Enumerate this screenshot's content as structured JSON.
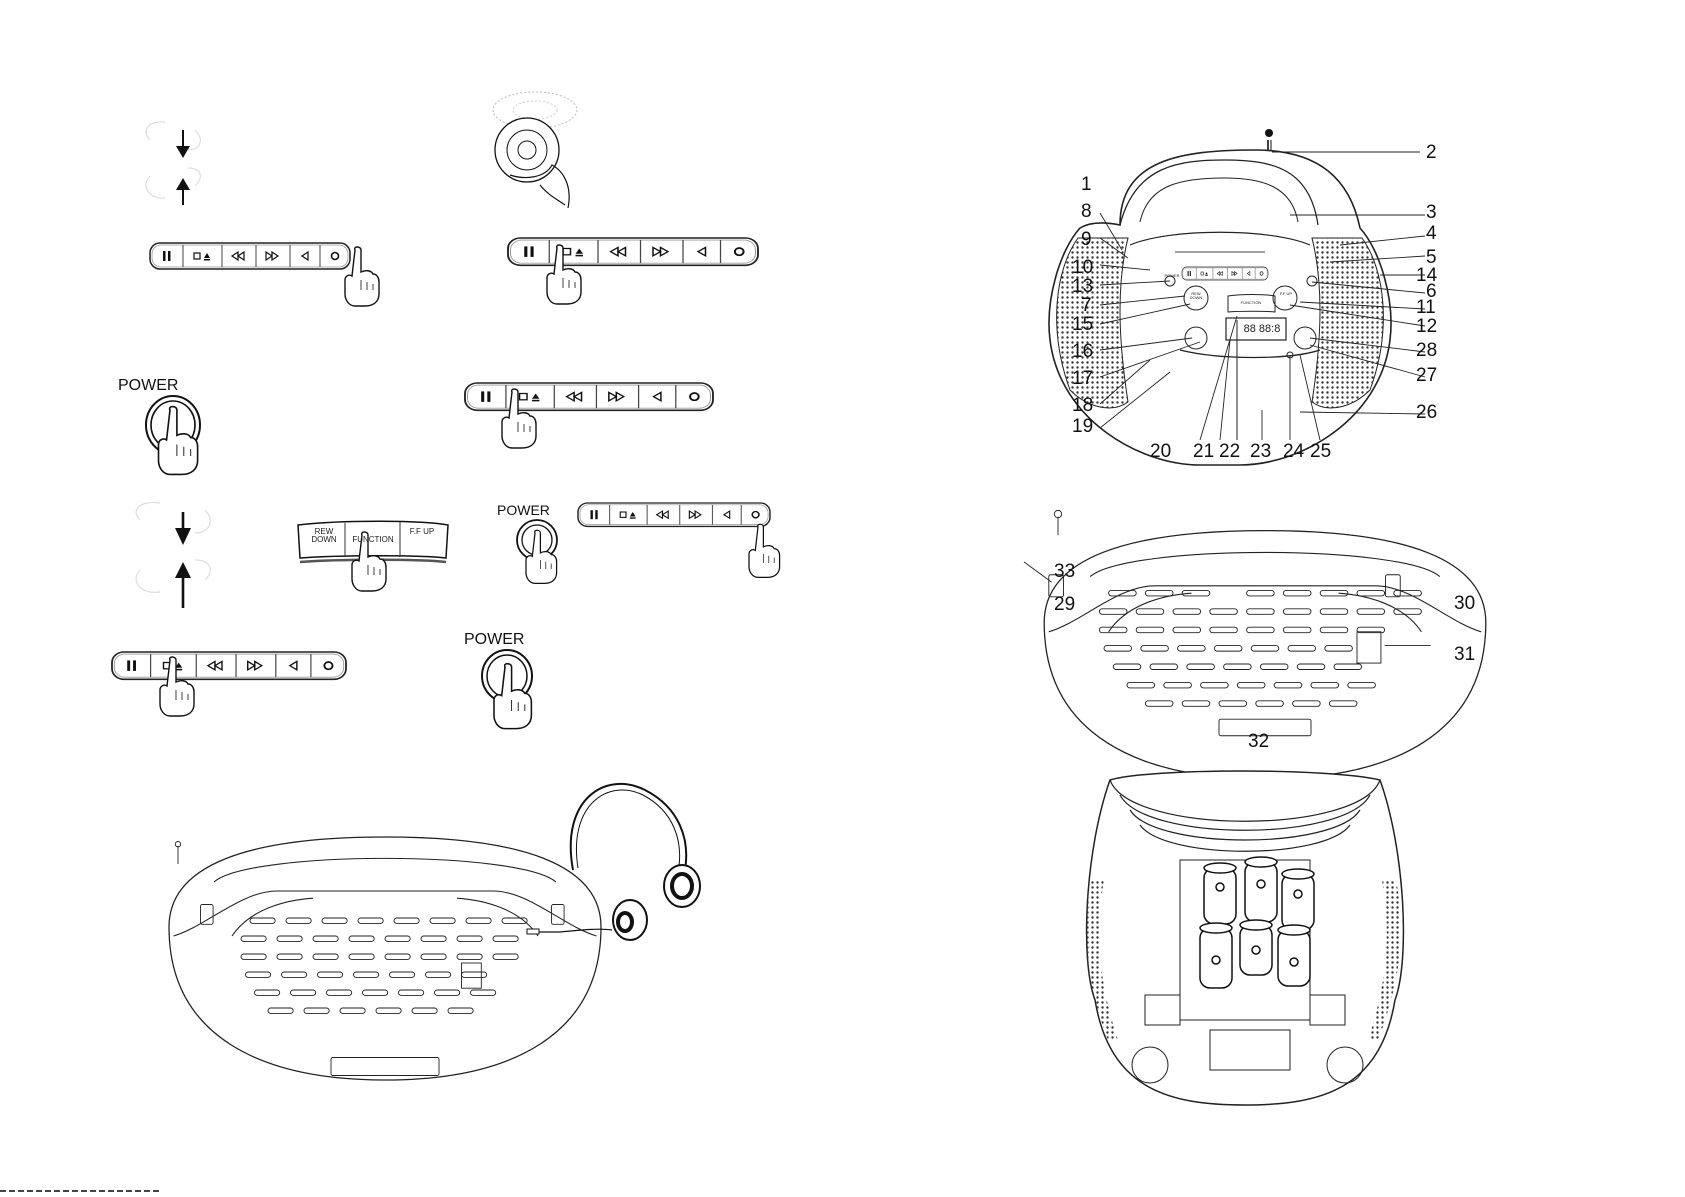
{
  "power_label": "POWER",
  "function_buttons": [
    "REW DOWN",
    "FUNCTION",
    "F.F UP"
  ],
  "front_callouts": [
    "1",
    "2",
    "3",
    "4",
    "5",
    "6",
    "7",
    "8",
    "9",
    "10",
    "11",
    "12",
    "13",
    "14",
    "15",
    "16",
    "17",
    "18",
    "19",
    "20",
    "21",
    "22",
    "23",
    "24",
    "25",
    "26",
    "27",
    "28"
  ],
  "rear_callouts": [
    "29",
    "30",
    "31",
    "32",
    "33"
  ],
  "display_readout": "88 88:8",
  "panel_small_labels": [
    "POWER",
    "REW DOWN",
    "FUNCTION",
    "F.F UP"
  ]
}
